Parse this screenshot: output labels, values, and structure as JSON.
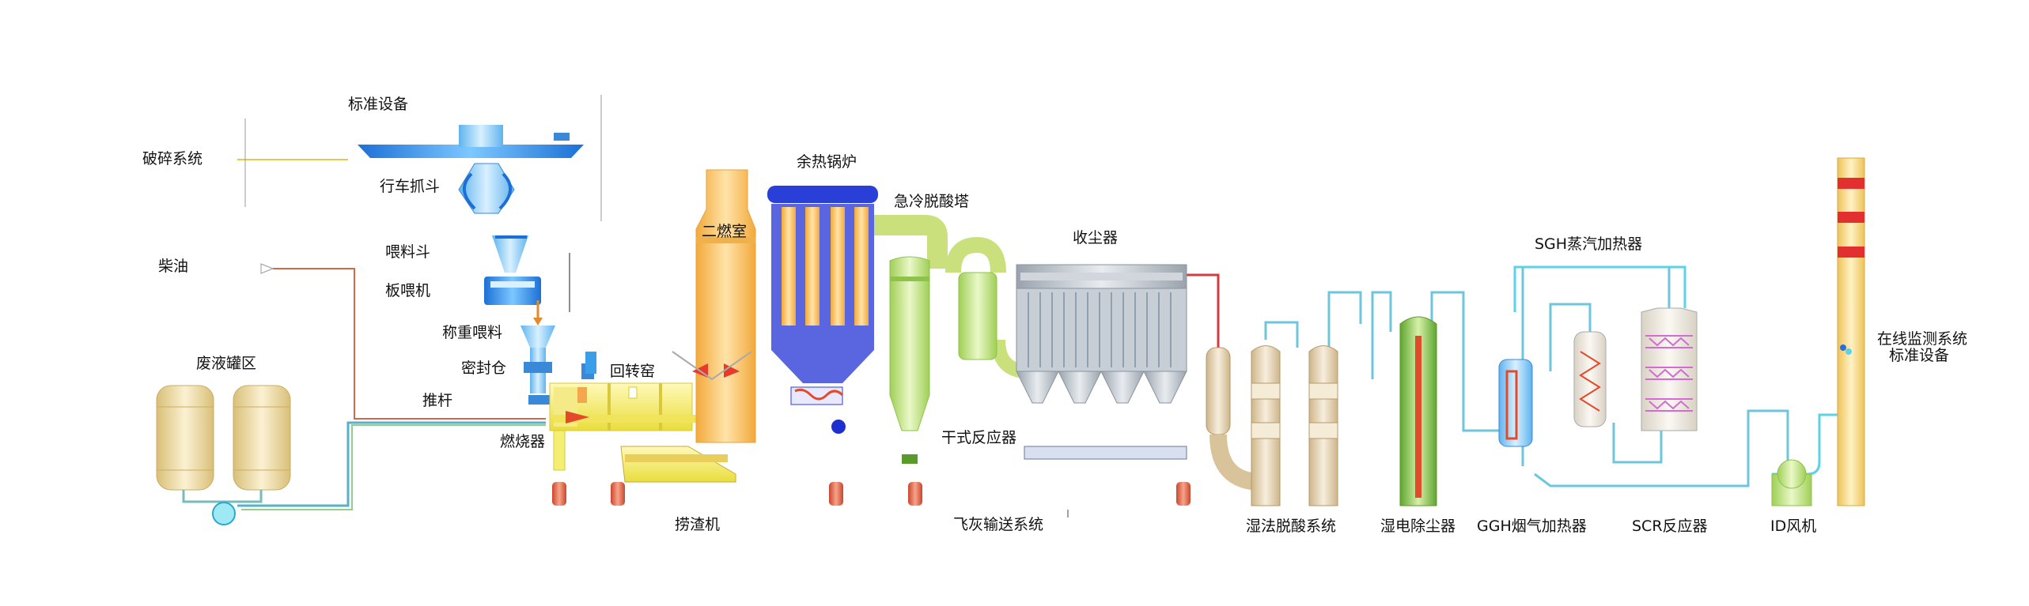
{
  "labels": {
    "standard_equipment_top": "标准设备",
    "crushing_system": "破碎系统",
    "crane_grab": "行车抓斗",
    "diesel": "柴油",
    "feed_hopper": "喂料斗",
    "plate_feeder": "板喂机",
    "weigh_feed": "称重喂料",
    "sealed_bin": "密封仓",
    "pusher": "推杆",
    "burner": "燃烧器",
    "waste_liquid_tank": "废液罐区",
    "rotary_kiln": "回转窑",
    "secondary_chamber": "二燃室",
    "waste_heat_boiler": "余热锅炉",
    "quench_tower": "急冷脱酸塔",
    "dust_collector": "收尘器",
    "dry_reactor": "干式反应器",
    "slag_extractor": "捞渣机",
    "fly_ash_conveying": "飞灰输送系统",
    "wet_deacid": "湿法脱酸系统",
    "wet_esp": "湿电除尘器",
    "ggh": "GGH烟气加热器",
    "sgh": "SGH蒸汽加热器",
    "scr": "SCR反应器",
    "id_fan": "ID风机",
    "online_monitor": "在线监测系统",
    "standard_equipment_right": "标准设备"
  },
  "colors": {
    "blue_equipment": "#2f8fe0",
    "light_blue": "#9fd4f5",
    "orange_chamber": "#f8c560",
    "yellow_kiln": "#f4ef73",
    "green_tower": "#c6e58a",
    "grey_collector": "#b9c0c8",
    "beige_tank": "#e9d59a",
    "brick_red": "#e35a3a",
    "flue_pipe_cyan": "#58cde0",
    "chimney_red": "#e23030"
  }
}
